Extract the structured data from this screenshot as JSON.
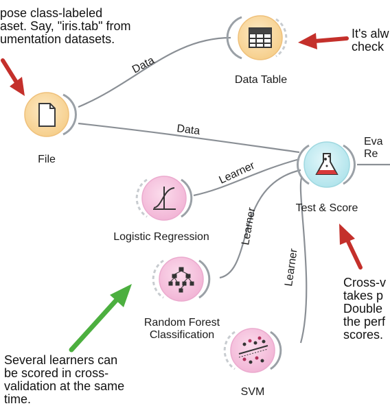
{
  "annotations": {
    "top_left": "pose class-labeled\naset. Say, \"iris.tab\" from\numentation datasets.",
    "top_right": "It's alw\ncheck",
    "bottom_right": "Cross-v\ntakes p\nDouble\nthe perf\nscores.",
    "bottom_left": "Several learners can\nbe scored in cross-\nvalidation at the same\ntime."
  },
  "widgets": {
    "file": "File",
    "data_table": "Data Table",
    "test_score": "Test & Score",
    "logistic_regression": "Logistic Regression",
    "random_forest": "Random Forest\nClassification",
    "svm": "SVM",
    "evaluation_partial": "Eva\nRe"
  },
  "links": {
    "file_to_table": "Data",
    "file_to_test": "Data",
    "lr_to_test": "Learner",
    "rf_to_test": "Learner",
    "svm_to_test": "Learner"
  },
  "colors": {
    "data_widget": "#f9d9a3",
    "data_widget_ring": "#f2c27a",
    "model_widget": "#f6c6e0",
    "eval_widget": "#bfeaf0",
    "arrow_red": "#c4302b",
    "arrow_green": "#4caf3f",
    "link": "#8a8f95"
  }
}
